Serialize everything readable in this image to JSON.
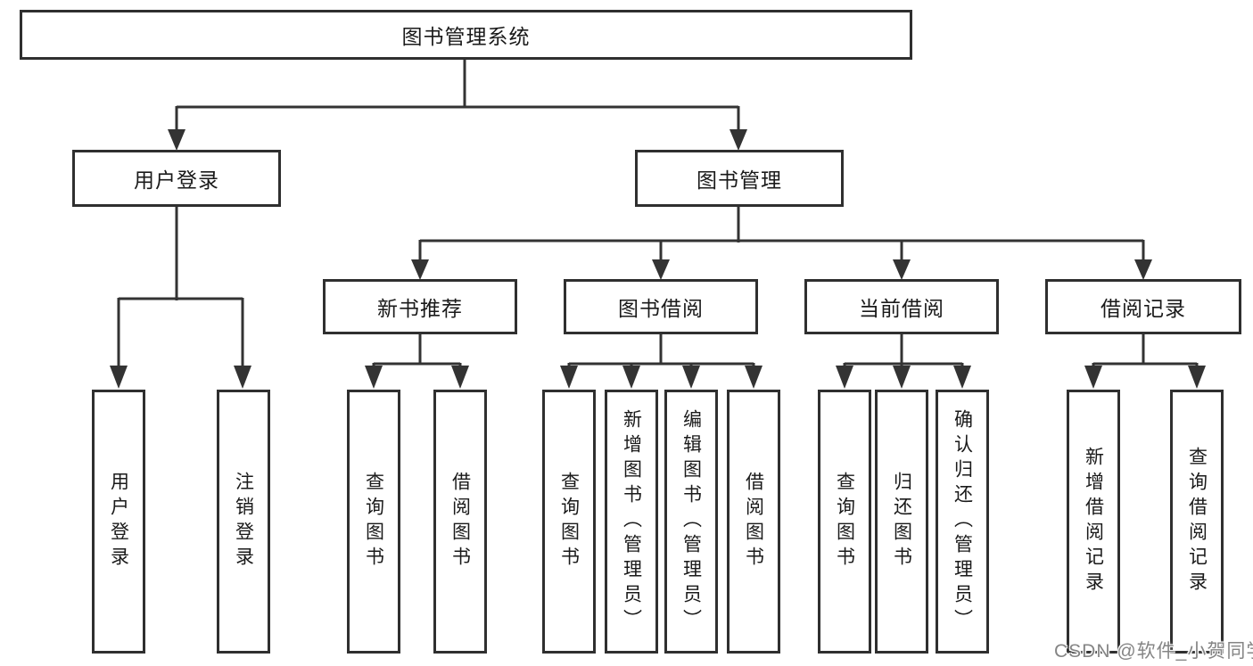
{
  "tree": {
    "root_label": "图书管理系统",
    "branches": [
      {
        "label": "用户登录",
        "leaves": [
          {
            "label": "用户登录"
          },
          {
            "label": "注销登录"
          }
        ]
      },
      {
        "label": "图书管理",
        "groups": [
          {
            "label": "新书推荐",
            "leaves": [
              {
                "label": "查询图书"
              },
              {
                "label": "借阅图书"
              }
            ]
          },
          {
            "label": "图书借阅",
            "leaves": [
              {
                "label": "查询图书"
              },
              {
                "label": "新增图书（管理员）"
              },
              {
                "label": "编辑图书（管理员）"
              },
              {
                "label": "借阅图书"
              }
            ]
          },
          {
            "label": "当前借阅",
            "leaves": [
              {
                "label": "查询图书"
              },
              {
                "label": "归还图书"
              },
              {
                "label": "确认归还（管理员）"
              }
            ]
          },
          {
            "label": "借阅记录",
            "leaves": [
              {
                "label": "新增借阅记录"
              },
              {
                "label": "查询借阅记录"
              }
            ]
          }
        ]
      }
    ]
  },
  "watermark": {
    "text": "CSDN @软件_小贺同学"
  },
  "colors": {
    "line": "#333333",
    "box_border": "#2f2f2f",
    "text": "#1a1a1a",
    "watermark": "#858585",
    "background": "#ffffff"
  }
}
